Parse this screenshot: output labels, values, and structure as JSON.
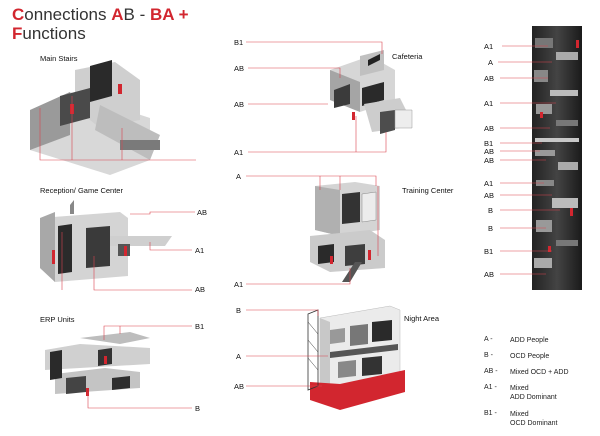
{
  "title": {
    "c": "C",
    "onnections": "onnections ",
    "a": "A",
    "b_dash": "B - ",
    "b": "B",
    "a2": "A +",
    "f": "F",
    "unctions": "unctions"
  },
  "sections": {
    "main_stairs": "Main Stairs",
    "reception": "Reception/ Game Center",
    "erp": "ERP Units",
    "cafeteria": "Cafeteria",
    "training": "Training Center",
    "night": "Night Area"
  },
  "callouts": {
    "reception_ab_top": "AB",
    "reception_a1": "A1",
    "reception_ab_bottom": "AB",
    "erp_b1": "B1",
    "erp_b": "B",
    "caf_b1": "B1",
    "caf_ab_top": "AB",
    "caf_ab_mid": "AB",
    "caf_a1": "A1",
    "train_a": "A",
    "train_a1": "A1",
    "night_b": "B",
    "night_a": "A",
    "night_ab": "AB",
    "tower": [
      "A1",
      "A",
      "AB",
      "A1",
      "AB",
      "B1",
      "AB",
      "AB",
      "A1",
      "AB",
      "B",
      "B",
      "B1",
      "AB"
    ]
  },
  "legend": [
    {
      "key": "A  -",
      "desc": "ADD People"
    },
    {
      "key": "B  -",
      "desc": "OCD People"
    },
    {
      "key": "AB -",
      "desc": "Mixed OCD + ADD"
    },
    {
      "key": "A1 -",
      "desc": "Mixed\nADD Dominant"
    },
    {
      "key": "B1 -",
      "desc": "Mixed\nOCD Dominant"
    }
  ],
  "colors": {
    "accent": "#d2262f",
    "leader": "#d9444f"
  }
}
